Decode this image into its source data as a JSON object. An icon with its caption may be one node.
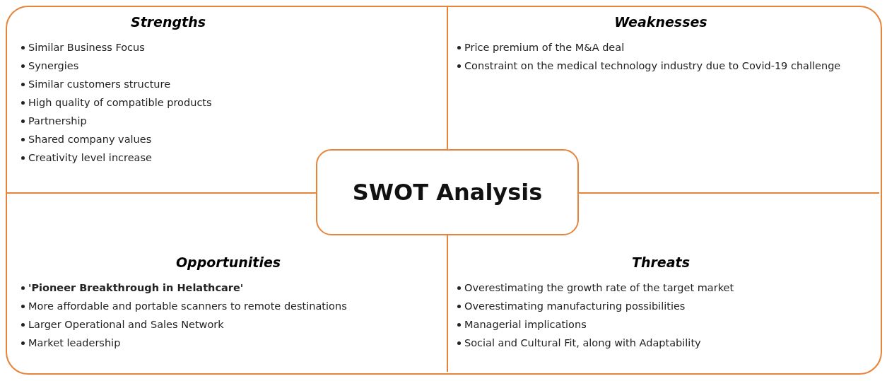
{
  "diagram": {
    "nodes": [
      {
        "text": [
          "Strengths",
          "Similar Business Focus",
          "Synergies",
          "Similar customers structure",
          "High quality of compatible products",
          "Partnership",
          "Shared company values",
          "Creativity level increase"
        ]
      },
      {
        "text": [
          "Weaknesses",
          "Price premium of the M&A deal",
          "Constraint on the medical technology industry due to Covid-19 challenge"
        ]
      },
      {
        "text": [
          "Opportunities",
          "**'Pioneer Breakthrough in Helathcare'**",
          "More affordable and portable scanners to remote destinations",
          "Larger Operational and Sales Network",
          "Market leadership"
        ]
      },
      {
        "text": [
          "Threats",
          "Overestimating the growth rate of the target market",
          "Overestimating manufacturing possibilities",
          "Managerial implications",
          "Social and Cultural Fit, along with Adaptability"
        ]
      },
      {
        "text": [
          "SWOT Analysis"
        ]
      }
    ],
    "edges": []
  }
}
